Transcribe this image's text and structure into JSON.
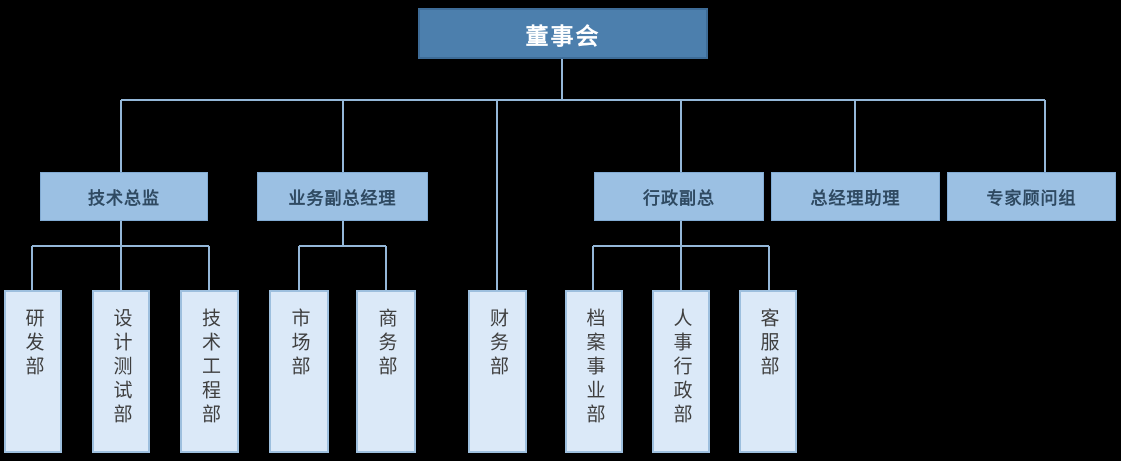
{
  "org_chart": {
    "root": {
      "label": "董事会"
    },
    "managers": [
      {
        "label": "技术总监"
      },
      {
        "label": "业务副总经理"
      },
      {
        "label": "行政副总"
      },
      {
        "label": "总经理助理"
      },
      {
        "label": "专家顾问组"
      }
    ],
    "departments": [
      {
        "label": "研发部"
      },
      {
        "label": "设计测试部"
      },
      {
        "label": "技术工程部"
      },
      {
        "label": "市场部"
      },
      {
        "label": "商务部"
      },
      {
        "label": "财务部"
      },
      {
        "label": "档案事业部"
      },
      {
        "label": "人事行政部"
      },
      {
        "label": "客服部"
      }
    ],
    "hierarchy": {
      "董事会": [
        "技术总监",
        "业务副总经理",
        "财务部",
        "行政副总",
        "总经理助理",
        "专家顾问组"
      ],
      "技术总监": [
        "研发部",
        "设计测试部",
        "技术工程部"
      ],
      "业务副总经理": [
        "市场部",
        "商务部"
      ],
      "行政副总": [
        "档案事业部",
        "人事行政部",
        "客服部"
      ]
    },
    "colors": {
      "background": "#000000",
      "root_fill": "#4C7FAD",
      "root_border": "#3E6C97",
      "root_text": "#FFFFFF",
      "level2_fill": "#9BC0E3",
      "level2_text": "#2F4A62",
      "level3_fill": "#DBE9F8",
      "level3_border": "#9DBFDE",
      "level3_text": "#3F3F3F",
      "connector": "#94B7D8"
    }
  }
}
